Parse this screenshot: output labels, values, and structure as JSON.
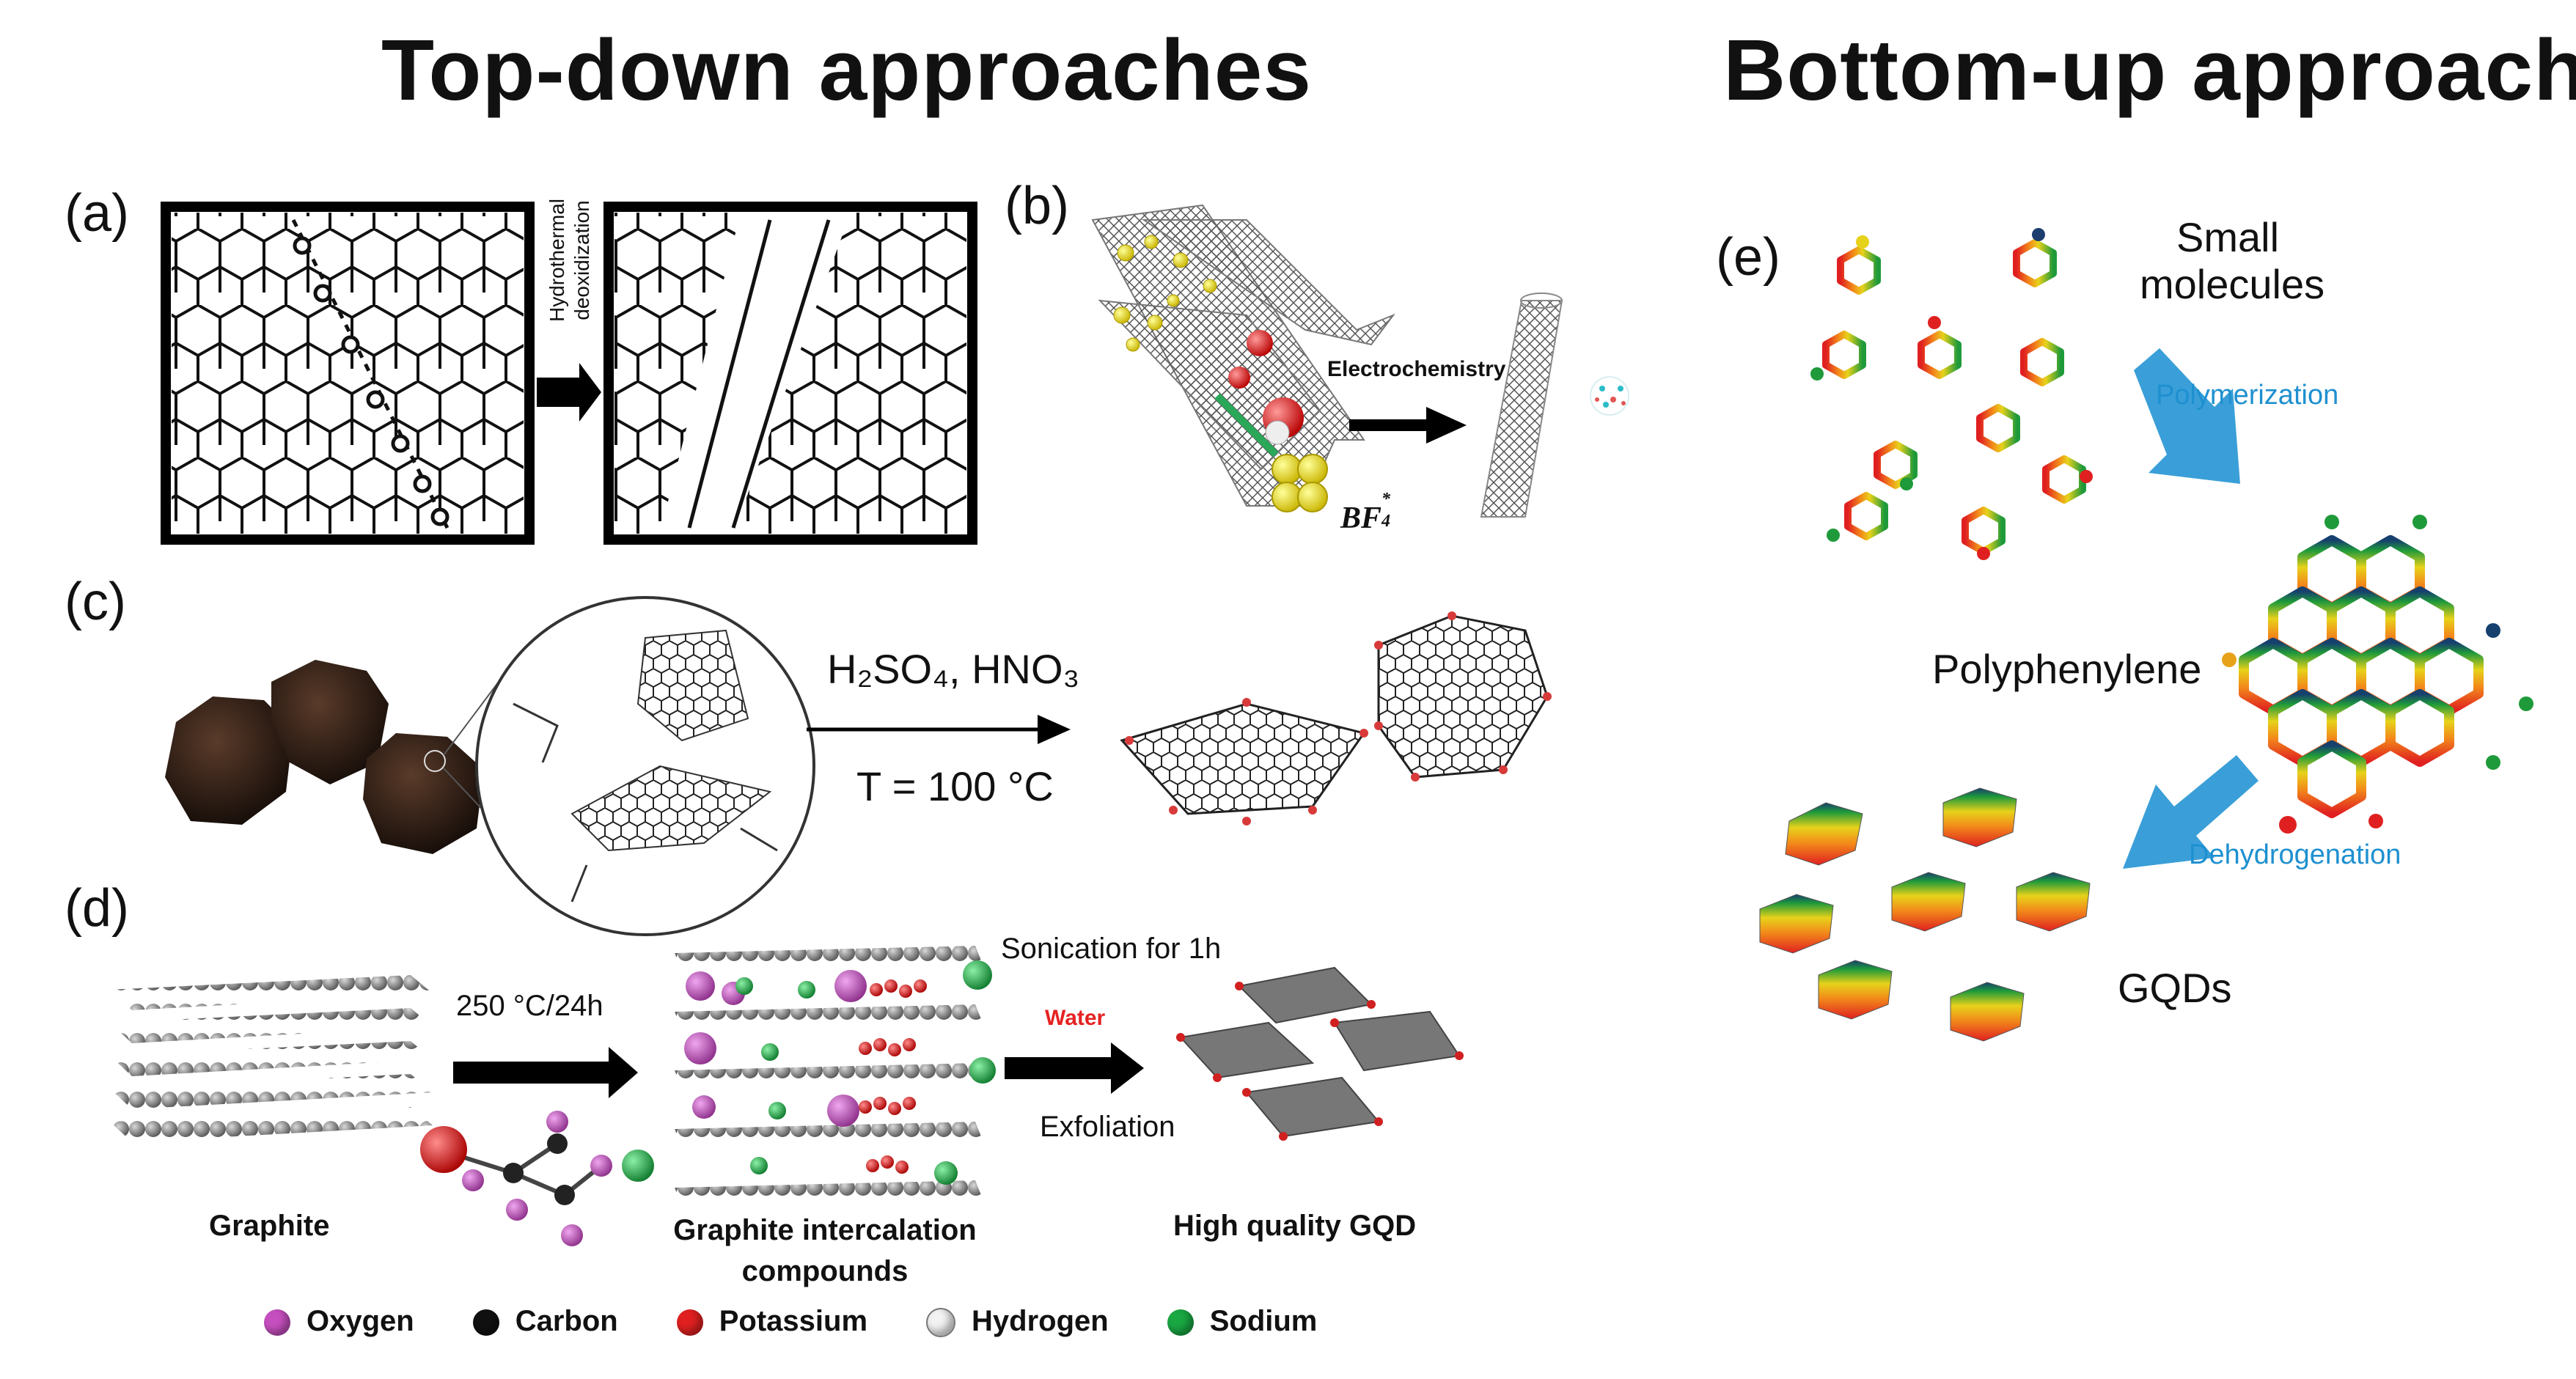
{
  "headings": {
    "top_down": "Top-down approaches",
    "bottom_up": "Bottom-up approach"
  },
  "panel_labels": {
    "a": "(a)",
    "b": "(b)",
    "c": "(c)",
    "d": "(d)",
    "e": "(e)"
  },
  "panel_a": {
    "arrow_text_line1": "Hydrothermal",
    "arrow_text_line2": "deoxidization"
  },
  "panel_b": {
    "arrow_text": "Electrochemistry",
    "ion_label": "BF",
    "ion_sup": "*",
    "ion_sub": "4"
  },
  "panel_c": {
    "reagents": "H₂SO₄, HNO₃",
    "temperature": "T = 100 °C"
  },
  "panel_d": {
    "condition": "250 °C/24h",
    "sonication": "Sonication for 1h",
    "water": "Water",
    "exfoliation": "Exfoliation",
    "label_graphite": "Graphite",
    "label_gic_line1": "Graphite intercalation",
    "label_gic_line2": "compounds",
    "label_gqd": "High quality GQD"
  },
  "legend": {
    "items": [
      {
        "label": "Oxygen",
        "color": "#c64fbf"
      },
      {
        "label": "Carbon",
        "color": "#111111"
      },
      {
        "label": "Potassium",
        "color": "#e02020"
      },
      {
        "label": "Hydrogen",
        "color": "#f2f2f2"
      },
      {
        "label": "Sodium",
        "color": "#1aa843"
      }
    ]
  },
  "panel_e": {
    "small_line1": "Small",
    "small_line2": "molecules",
    "polymerization": "Polymerization",
    "polyphenylene": "Polyphenylene",
    "dehydrogenation": "Dehydrogenation",
    "gqds": "GQDs"
  },
  "colors": {
    "arrow_black": "#000000",
    "arrow_blue": "#3a9fd8",
    "accent_text_blue": "#1e90d0",
    "water_red": "#e52222"
  }
}
